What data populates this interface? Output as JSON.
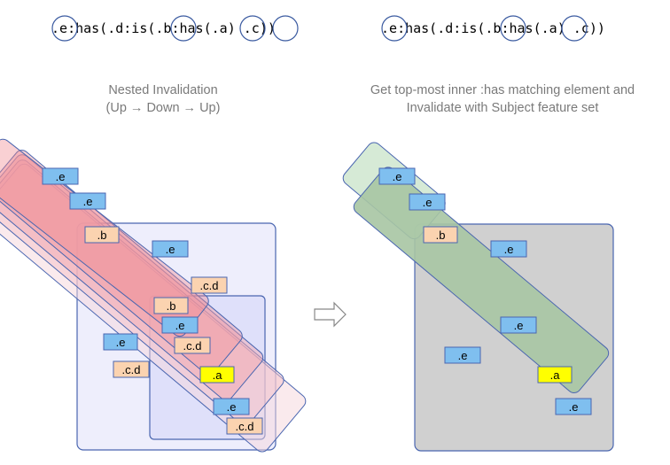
{
  "selector": {
    "prefix": ".e",
    "part1": ":has(.d:is(",
    "b": ".b",
    "part2": ":has(",
    "a": ".a",
    "gap": ") ",
    "c": ".c",
    "suffix": "))"
  },
  "left_panel": {
    "title_line1": "Nested Invalidation",
    "title_line2": "(Up → Down → Up)"
  },
  "right_panel": {
    "title_line1": "Get top-most inner :has matching element and",
    "title_line2": "Invalidate with Subject feature set"
  },
  "labels": {
    "e": ".e",
    "b": ".b",
    "cd": ".c.d",
    "a": ".a"
  },
  "colors": {
    "e_fill": "#7fbfef",
    "b_fill": "#fbd3b0",
    "a_fill": "#ffff00",
    "container_stroke": "#4a66b0",
    "container_fill": "#eeeefc",
    "inner_container_fill": "#dfe0fa",
    "gray_fill": "#d0d0d0",
    "green_fill": "#a7c5a3",
    "green_light_fill": "#cfe6cf",
    "red_fill": "#f2a2a8",
    "pink_fill": "#f6d5dc"
  }
}
